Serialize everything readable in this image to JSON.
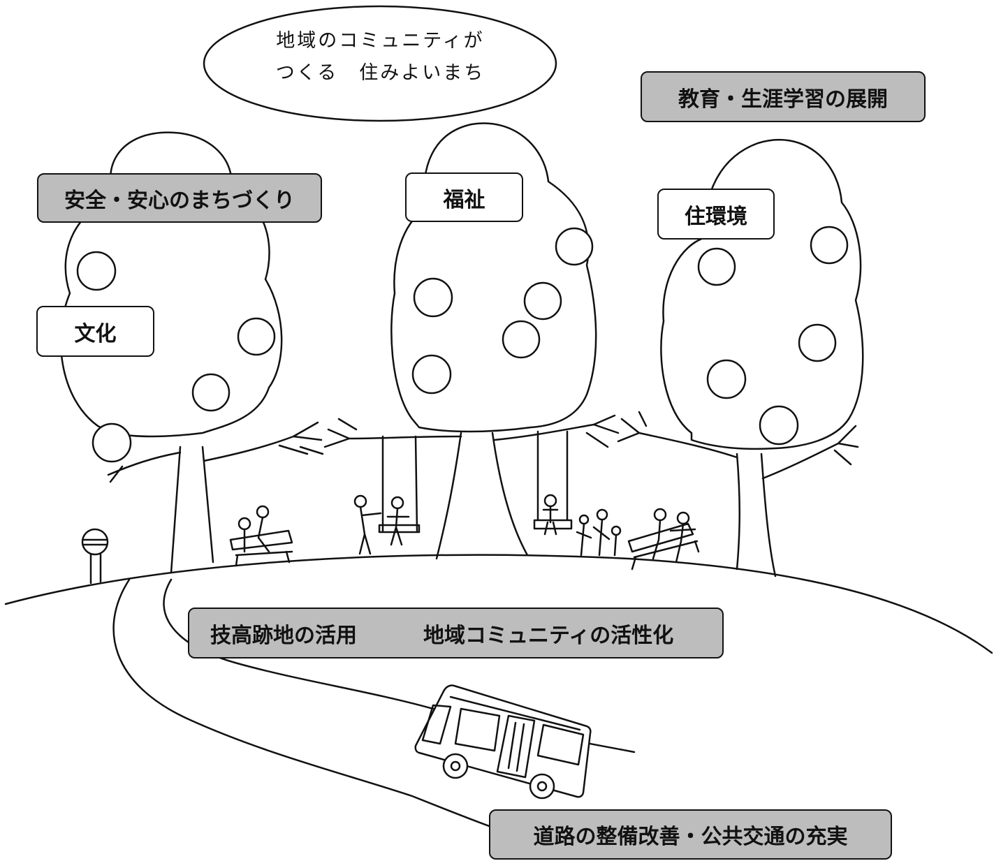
{
  "slogan": {
    "line1": "地域のコミュニティが",
    "line2": "つくる　住みよいまち"
  },
  "labels": {
    "education": "教育・生涯学習の展開",
    "safety": "安全・安心のまちづくり",
    "welfare": "福祉",
    "housing": "住環境",
    "culture": "文化",
    "school_site": "技高跡地の活用",
    "community": "地域コミュニティの活性化",
    "roads": "道路の整備改善・公共交通の充実"
  },
  "colors": {
    "gray_label": "#bdbdbd",
    "white_label": "#ffffff",
    "line": "#111111"
  }
}
